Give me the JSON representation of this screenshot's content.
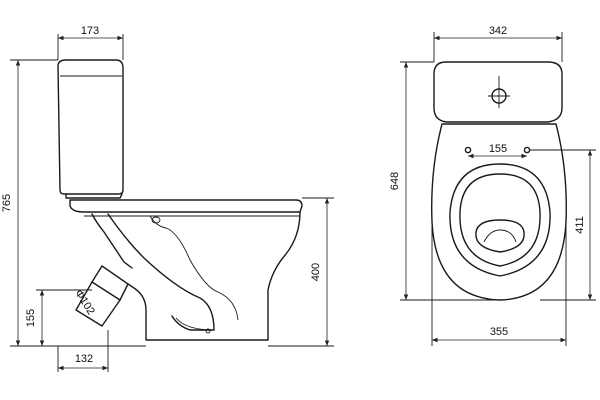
{
  "drawing": {
    "side_view": {
      "tank_depth": "173",
      "total_height": "765",
      "seat_height": "400",
      "outlet_height": "155",
      "outlet_diameter": "Φ102",
      "outlet_offset": "132"
    },
    "top_view": {
      "tank_width": "342",
      "total_depth": "648",
      "seat_hole_spacing": "155",
      "bowl_depth": "411",
      "bowl_width": "355"
    }
  }
}
